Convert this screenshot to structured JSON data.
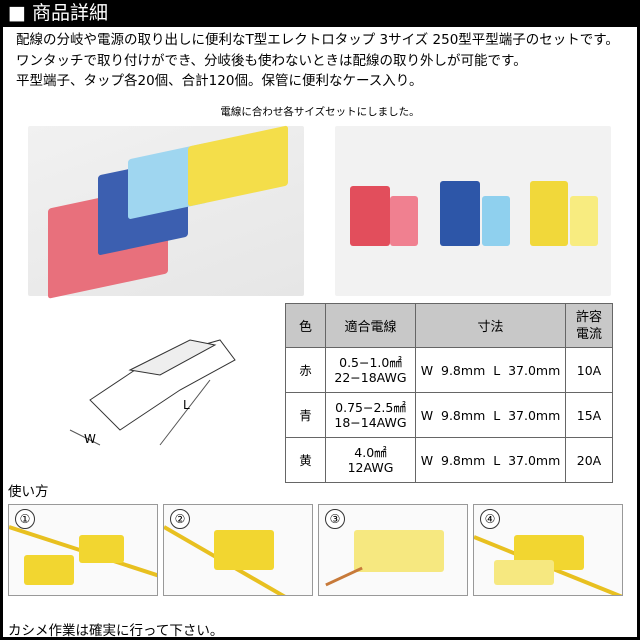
{
  "header": {
    "icon": "black-square-icon",
    "title": "■ 商品詳細"
  },
  "description": [
    "配線の分岐や電源の取り出しに便利なT型エレクトロタップ 3サイズ 250型平型端子のセットです。",
    "ワンタッチで取り付けができ、分岐後も使わないときは配線の取り外しが可能です。",
    "平型端子、タップ各20個、合計120個。保管に便利なケース入り。"
  ],
  "subcaption": "電線に合わせ各サイズセットにしました。",
  "diagram": {
    "length_label": "L",
    "width_label": "W"
  },
  "spec_table": {
    "headers": [
      "色",
      "適合電線",
      "寸法",
      "許容\n電流"
    ],
    "rows": [
      {
        "color": "赤",
        "wire": [
          "0.5−1.0㎟",
          "22−18AWG"
        ],
        "size": "W  9.8mm  L  37.0mm",
        "current": "10A"
      },
      {
        "color": "青",
        "wire": [
          "0.75−2.5㎟",
          "18−14AWG"
        ],
        "size": "W  9.8mm  L  37.0mm",
        "current": "15A"
      },
      {
        "color": "黄",
        "wire": [
          "4.0㎟",
          "12AWG"
        ],
        "size": "W  9.8mm  L  37.0mm",
        "current": "20A"
      }
    ]
  },
  "howto": {
    "title": "使い方",
    "steps": [
      "①",
      "②",
      "③",
      "④"
    ],
    "caption": "カシメ作業は確実に行って下さい。"
  },
  "colors": {
    "red": "#e0404f",
    "blue": "#2a4f9e",
    "light_blue": "#8fd0ee",
    "yellow": "#f3dc3a"
  }
}
